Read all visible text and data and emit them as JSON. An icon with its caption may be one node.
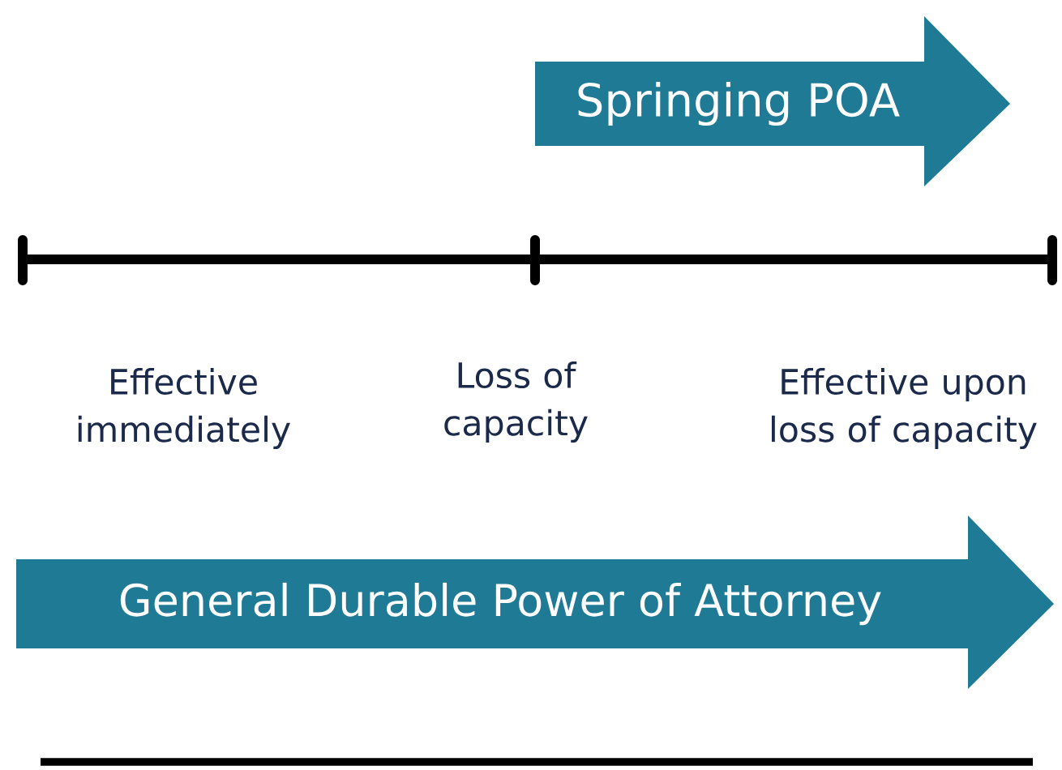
{
  "diagram": {
    "nodes": [
      {
        "text": [
          "Springing POA"
        ]
      },
      {
        "text": [
          "General Durable Power of Attorney"
        ]
      }
    ],
    "labels": [
      "Effective immediately",
      "Loss of capacity",
      "Effective upon loss of capacity"
    ]
  }
}
